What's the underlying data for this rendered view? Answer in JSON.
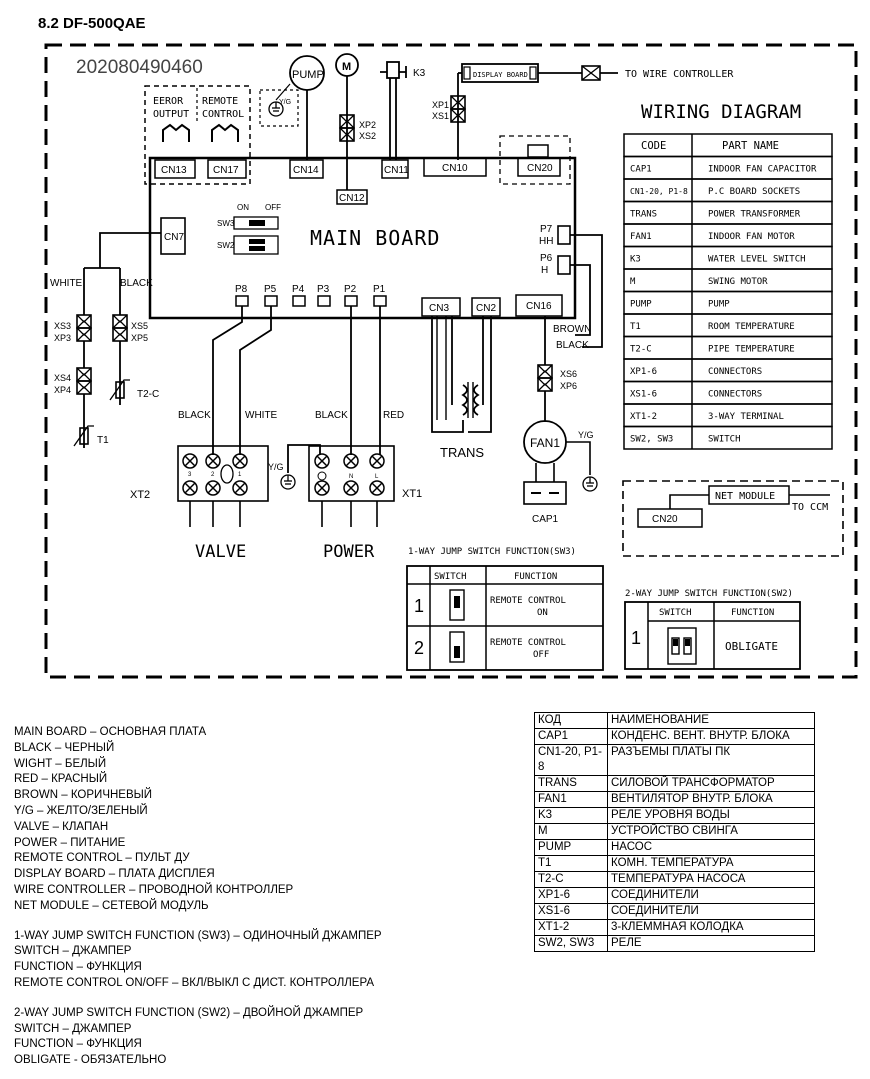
{
  "section_title": "8.2 DF-500QAE",
  "serial": "202080490460",
  "diagram_title": "WIRING DIAGRAM",
  "main_board": "MAIN BOARD",
  "labels": {
    "pump": "PUMP",
    "motor_m": "M",
    "k3": "K3",
    "display_board": "DISPLAY BOARD",
    "to_wire_controller": "TO WIRE CONTROLLER",
    "xp1": "XP1",
    "xs1": "XS1",
    "xp2": "XP2",
    "xs2": "XS2",
    "yg": "Y/G",
    "error_output_1": "EEROR",
    "error_output_2": "OUTPUT",
    "remote_control_1": "REMOTE",
    "remote_control_2": "CONTROL",
    "cn13": "CN13",
    "cn17": "CN17",
    "cn14": "CN14",
    "cn12": "CN12",
    "cn11": "CN11",
    "cn10": "CN10",
    "cn20": "CN20",
    "cn7": "CN7",
    "cn3": "CN3",
    "cn2": "CN2",
    "cn16": "CN16",
    "sw3": "SW3",
    "sw2": "SW2",
    "on": "ON",
    "off": "OFF",
    "p7": "P7",
    "hh": "HH",
    "p6": "P6",
    "h": "H",
    "p8": "P8",
    "p5": "P5",
    "p4": "P4",
    "p3": "P3",
    "p2": "P2",
    "p1": "P1",
    "white": "WHITE",
    "black": "BLACK",
    "red": "RED",
    "brown": "BROWN",
    "xs3": "XS3",
    "xp3": "XP3",
    "xs5": "XS5",
    "xp5": "XP5",
    "xs4": "XS4",
    "xp4": "XP4",
    "xs6": "XS6",
    "xp6": "XP6",
    "t2c": "T2-C",
    "t1": "T1",
    "trans": "TRANS",
    "fan1": "FAN1",
    "cap1": "CAP1",
    "xt1": "XT1",
    "xt2": "XT2",
    "valve": "VALVE",
    "power": "POWER",
    "net_module": "NET MODULE",
    "to_ccm": "TO CCM",
    "n": "N",
    "l": "L",
    "t3": "3",
    "t2": "2",
    "t1n": "1"
  },
  "parts_table": {
    "header": [
      "CODE",
      "PART NAME"
    ],
    "rows": [
      [
        "CAP1",
        "INDOOR FAN CAPACITOR"
      ],
      [
        "CN1-20, P1-8",
        "P.C BOARD SOCKETS"
      ],
      [
        "TRANS",
        "POWER TRANSFORMER"
      ],
      [
        "FAN1",
        "INDOOR FAN MOTOR"
      ],
      [
        "K3",
        "WATER LEVEL SWITCH"
      ],
      [
        "M",
        "SWING MOTOR"
      ],
      [
        "PUMP",
        "PUMP"
      ],
      [
        "T1",
        "ROOM TEMPERATURE"
      ],
      [
        "T2-C",
        "PIPE TEMPERATURE"
      ],
      [
        "XP1-6",
        "CONNECTORS"
      ],
      [
        "XS1-6",
        "CONNECTORS"
      ],
      [
        "XT1-2",
        "3-WAY TERMINAL"
      ],
      [
        "SW2, SW3",
        "SWITCH"
      ]
    ]
  },
  "sw3_table": {
    "title": "1-WAY JUMP SWITCH FUNCTION(SW3)",
    "header": [
      "SWITCH",
      "FUNCTION"
    ],
    "rows": [
      {
        "num": "1",
        "line1": "REMOTE CONTROL",
        "line2": "ON"
      },
      {
        "num": "2",
        "line1": "REMOTE CONTROL",
        "line2": "OFF"
      }
    ]
  },
  "sw2_table": {
    "title": "2-WAY JUMP SWITCH FUNCTION(SW2)",
    "header": [
      "SWITCH",
      "FUNCTION"
    ],
    "rows": [
      {
        "num": "1",
        "function": "OBLIGATE"
      }
    ]
  },
  "legend": {
    "group1": [
      "MAIN BOARD – ОСНОВНАЯ ПЛАТА",
      "BLACK – ЧЕРНЫЙ",
      "WIGHT – БЕЛЫЙ",
      "RED – КРАСНЫЙ",
      "BROWN – КОРИЧНЕВЫЙ",
      "Y/G – ЖЕЛТО/ЗЕЛЕНЫЙ",
      "VALVE – КЛАПАН",
      "POWER – ПИТАНИЕ",
      "REMOTE CONTROL – ПУЛЬТ ДУ",
      "DISPLAY BOARD – ПЛАТА ДИСПЛЕЯ",
      "WIRE CONTROLLER – ПРОВОДНОЙ КОНТРОЛЛЕР",
      "NET MODULE – СЕТЕВОЙ МОДУЛЬ"
    ],
    "group2": [
      "1-WAY JUMP SWITCH FUNCTION (SW3) – ОДИНОЧНЫЙ ДЖАМПЕР",
      "SWITCH – ДЖАМПЕР",
      "FUNCTION – ФУНКЦИЯ",
      "REMOTE CONTROL ON/OFF – ВКЛ/ВЫКЛ С ДИСТ. КОНТРОЛЛЕРА"
    ],
    "group3": [
      "2-WAY JUMP SWITCH FUNCTION (SW2) – ДВОЙНОЙ ДЖАМПЕР",
      "SWITCH – ДЖАМПЕР",
      "FUNCTION – ФУНКЦИЯ",
      "OBLIGATE - ОБЯЗАТЕЛЬНО"
    ]
  },
  "ru_table": {
    "rows": [
      [
        "КОД",
        "НАИМЕНОВАНИЕ"
      ],
      [
        "CAP1",
        "КОНДЕНС. ВЕНТ. ВНУТР. БЛОКА"
      ],
      [
        "CN1-20, P1-8",
        "РАЗЪЕМЫ ПЛАТЫ ПК"
      ],
      [
        "TRANS",
        "СИЛОВОЙ ТРАНСФОРМАТОР"
      ],
      [
        "FAN1",
        "ВЕНТИЛЯТОР ВНУТР. БЛОКА"
      ],
      [
        "K3",
        "РЕЛЕ УРОВНЯ ВОДЫ"
      ],
      [
        "M",
        "УСТРОЙСТВО СВИНГА"
      ],
      [
        "PUMP",
        "НАСОС"
      ],
      [
        "T1",
        "КОМН. ТЕМПЕРАТУРА"
      ],
      [
        "T2-C",
        "ТЕМПЕРАТУРА НАСОСА"
      ],
      [
        "XP1-6",
        "СОЕДИНИТЕЛИ"
      ],
      [
        "XS1-6",
        "СОЕДИНИТЕЛИ"
      ],
      [
        "XT1-2",
        "3-КЛЕММНАЯ КОЛОДКА"
      ],
      [
        "SW2, SW3",
        "РЕЛЕ"
      ]
    ]
  }
}
